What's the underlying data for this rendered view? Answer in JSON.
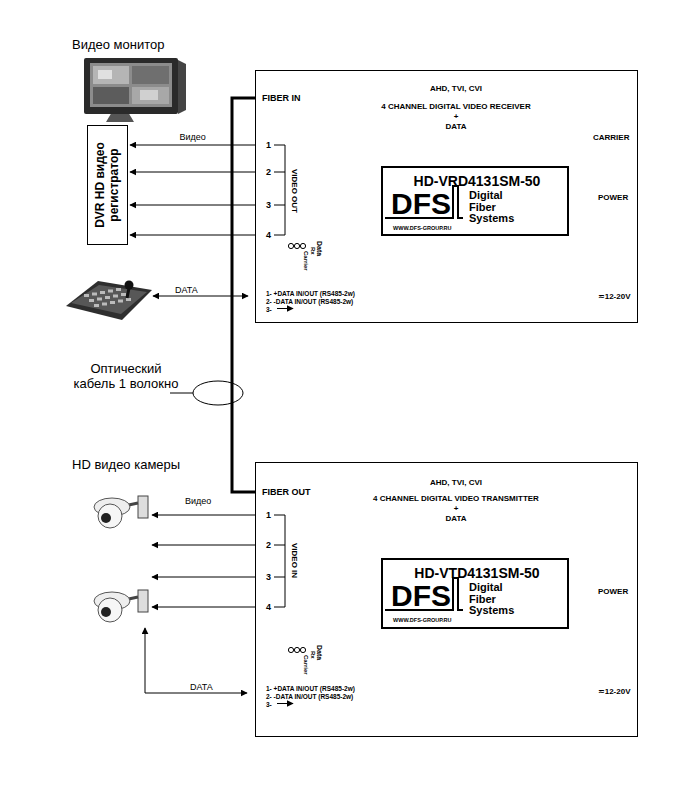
{
  "diagram": {
    "nodes": [
      {
        "text": [
          "DVR HD видео регистратор"
        ]
      },
      {
        "text": [
          "FIBER IN",
          "AHD, TVI, CVI",
          "4 CHANNEL DIGITAL VIDEO RECEIVER",
          "+",
          "DATA",
          "CARRIER",
          "POWER",
          "1",
          "2",
          "3",
          "4",
          "VIDEO OUT",
          "Data",
          "Rx",
          "Carrier",
          "1- +DATA IN/OUT (RS485-2w)",
          "2- -DATA IN/OUT (RS485-2w)",
          "3-",
          "≂12-20V"
        ]
      },
      {
        "text": [
          "HD-VRD4131SM-50",
          "DFS",
          "Digital Fiber Systems",
          "WWW.DFS-GROUP.RU"
        ],
        "in": 1
      },
      {
        "text": [
          "FIBER OUT",
          "AHD, TVI, CVI",
          "4 CHANNEL DIGITAL VIDEO TRANSMITTER",
          "+",
          "DATA",
          "POWER",
          "1",
          "2",
          "3",
          "4",
          "VIDEO IN",
          "Data",
          "Rx",
          "Carrier",
          "1- +DATA IN/OUT (RS485-2w)",
          "2- -DATA IN/OUT (RS485-2w)",
          "3-",
          "≂12-20V"
        ]
      },
      {
        "text": [
          "HD-VTD4131SM-50",
          "DFS",
          "Digital Fiber Systems",
          "WWW.DFS-GROUP.RU"
        ],
        "in": 3
      }
    ],
    "edges": [
      {
        "from": 1,
        "to": 0,
        "arrow": "to",
        "label": "Видео"
      },
      {
        "from": 1,
        "to": 0,
        "arrow": "to"
      },
      {
        "from": 1,
        "to": 0,
        "arrow": "to"
      },
      {
        "from": 1,
        "to": 0,
        "arrow": "to"
      },
      {
        "from": 1,
        "to": 3,
        "arrow": "none"
      }
    ],
    "labels": [
      "Видео монитор",
      "DATA",
      "Оптический кабель 1 волокно",
      "HD видео камеры",
      "Видео",
      "DATA"
    ]
  }
}
